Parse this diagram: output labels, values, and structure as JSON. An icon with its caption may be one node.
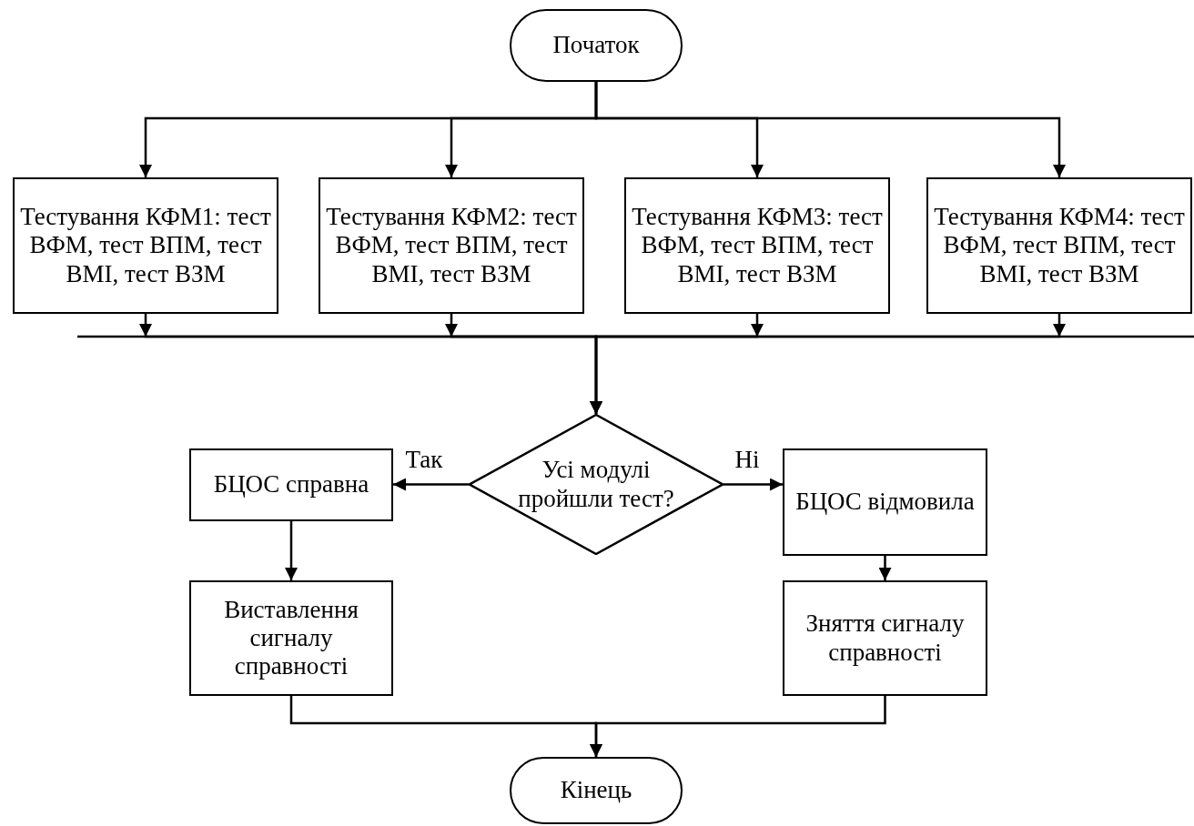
{
  "diagram": {
    "nodes": [
      {
        "text": [
          "Початок"
        ]
      },
      {
        "text": [
          "Тестування КФМ1: тест ВФМ, тест ВПМ, тест ВМІ, тест ВЗМ"
        ]
      },
      {
        "text": [
          "Тестування КФМ2: тест ВФМ, тест ВПМ, тест ВМІ, тест ВЗМ"
        ]
      },
      {
        "text": [
          "Тестування КФМ3: тест ВФМ, тест ВПМ, тест ВМІ, тест ВЗМ"
        ]
      },
      {
        "text": [
          "Тестування КФМ4: тест ВФМ, тест ВПМ, тест ВМІ, тест ВЗМ"
        ]
      },
      {
        "text": [
          "Усі модулі пройшли тест?"
        ]
      },
      {
        "text": [
          "БЦОС справна"
        ]
      },
      {
        "text": [
          "БЦОС відмовила"
        ]
      },
      {
        "text": [
          "Виставлення сигналу справності"
        ]
      },
      {
        "text": [
          "Зняття сигналу справності"
        ]
      },
      {
        "text": [
          "Кінець"
        ]
      }
    ],
    "edges": [
      {
        "from": 0,
        "to": 1,
        "arrow": "to"
      },
      {
        "from": 0,
        "to": 2,
        "arrow": "to"
      },
      {
        "from": 0,
        "to": 3,
        "arrow": "to"
      },
      {
        "from": 0,
        "to": 4,
        "arrow": "to"
      },
      {
        "from": 1,
        "to": 5,
        "arrow": "to"
      },
      {
        "from": 2,
        "to": 5,
        "arrow": "to"
      },
      {
        "from": 3,
        "to": 5,
        "arrow": "to"
      },
      {
        "from": 4,
        "to": 5,
        "arrow": "to"
      },
      {
        "from": 5,
        "to": 6,
        "arrow": "to",
        "label": "Так"
      },
      {
        "from": 5,
        "to": 7,
        "arrow": "to",
        "label": "Ні"
      },
      {
        "from": 6,
        "to": 8,
        "arrow": "to"
      },
      {
        "from": 7,
        "to": 9,
        "arrow": "to"
      },
      {
        "from": 8,
        "to": 10,
        "arrow": "to"
      },
      {
        "from": 9,
        "to": 10,
        "arrow": "to"
      }
    ]
  }
}
